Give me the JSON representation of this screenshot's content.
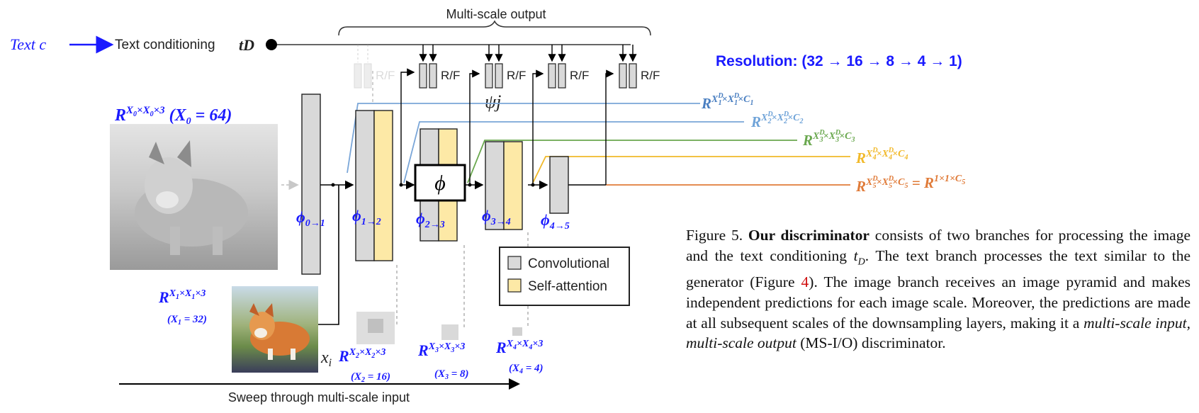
{
  "header": {
    "multiscale_output": "Multi-scale output",
    "text_in": "Text c",
    "text_conditioning": "Text conditioning",
    "t_d": "tD",
    "resolution": "Resolution: (32 → 16 → 8 → 4 → 1)"
  },
  "rf_label": "R/F",
  "psi_label": "ψj",
  "phi_center": "ϕ",
  "stages": [
    {
      "label": "ϕ0→1"
    },
    {
      "label": "ϕ1→2"
    },
    {
      "label": "ϕ2→3"
    },
    {
      "label": "ϕ3→4"
    },
    {
      "label": "ϕ4→5"
    }
  ],
  "output_dims": [
    {
      "text": "R^{X1D×X1D×C1}",
      "color": "#4a7fc1"
    },
    {
      "text": "R^{X2D×X2D×C2}",
      "color": "#6fa3d8"
    },
    {
      "text": "R^{X3D×X3D×C3}",
      "color": "#6aa84f"
    },
    {
      "text": "R^{X4D×X4D×C4}",
      "color": "#f1b92a"
    },
    {
      "text": "R^{X5D×X5D×C5} = R^{1×1×C5}",
      "color": "#e07b39"
    }
  ],
  "input_dims": {
    "x0": "R^{X0×X0×3} (X0 = 64)",
    "x1": "R^{X1×X1×3}",
    "x1_note": "(X1 = 32)",
    "x2": "R^{X2×X2×3}",
    "x2_note": "(X2 = 16)",
    "x3": "R^{X3×X3×3}",
    "x3_note": "(X3 = 8)",
    "x4": "R^{X4×X4×3}",
    "x4_note": "(X4 = 4)",
    "xi": "xi"
  },
  "legend": {
    "conv": "Convolutional",
    "attn": "Self-attention",
    "conv_color": "#d9d9d9",
    "attn_color": "#fde9a6"
  },
  "sweep_label": "Sweep through multi-scale input",
  "caption": {
    "fig": "Figure 5.",
    "bold": "Our discriminator",
    "p1": "consists of two branches for processing the image and the text conditioning",
    "td": "tD",
    "p2": ". The text branch processes the text similar to the generator (Figure",
    "ref": "4",
    "p3": "). The image branch receives an image pyramid and makes independent predictions for each image scale. Moreover, the predictions are made at all subsequent scales of the downsampling layers, making it a",
    "it": "multi-scale input, multi-scale output",
    "p4": "(MS-I/O) discriminator."
  },
  "colors": {
    "blue": "#1a1aff",
    "box_gray": "#d9d9d9",
    "box_yellow": "#fde9a6"
  }
}
